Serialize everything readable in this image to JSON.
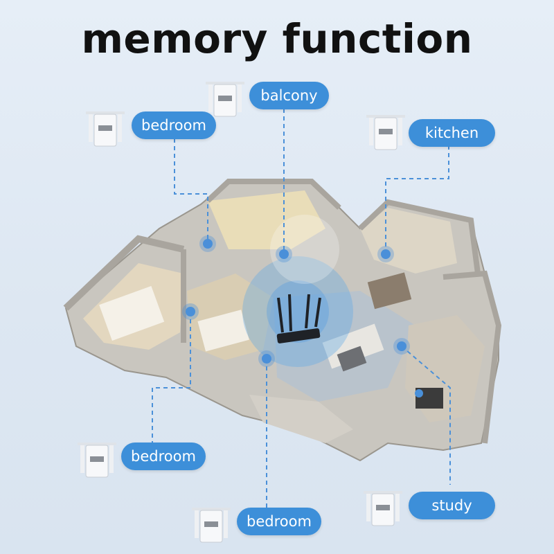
{
  "title": "memory function",
  "colors": {
    "accent": "#3d8fd9",
    "background": "#e2ebf5",
    "line": "#4a90d9"
  },
  "locations": [
    {
      "label": "balcony",
      "icon": "wifi-extender-icon"
    },
    {
      "label": "bedroom",
      "icon": "wifi-extender-icon"
    },
    {
      "label": "kitchen",
      "icon": "wifi-extender-icon"
    },
    {
      "label": "bedroom",
      "icon": "wifi-extender-icon"
    },
    {
      "label": "bedroom",
      "icon": "wifi-extender-icon"
    },
    {
      "label": "study",
      "icon": "wifi-extender-icon"
    }
  ],
  "center_icon": "wifi-router-icon"
}
